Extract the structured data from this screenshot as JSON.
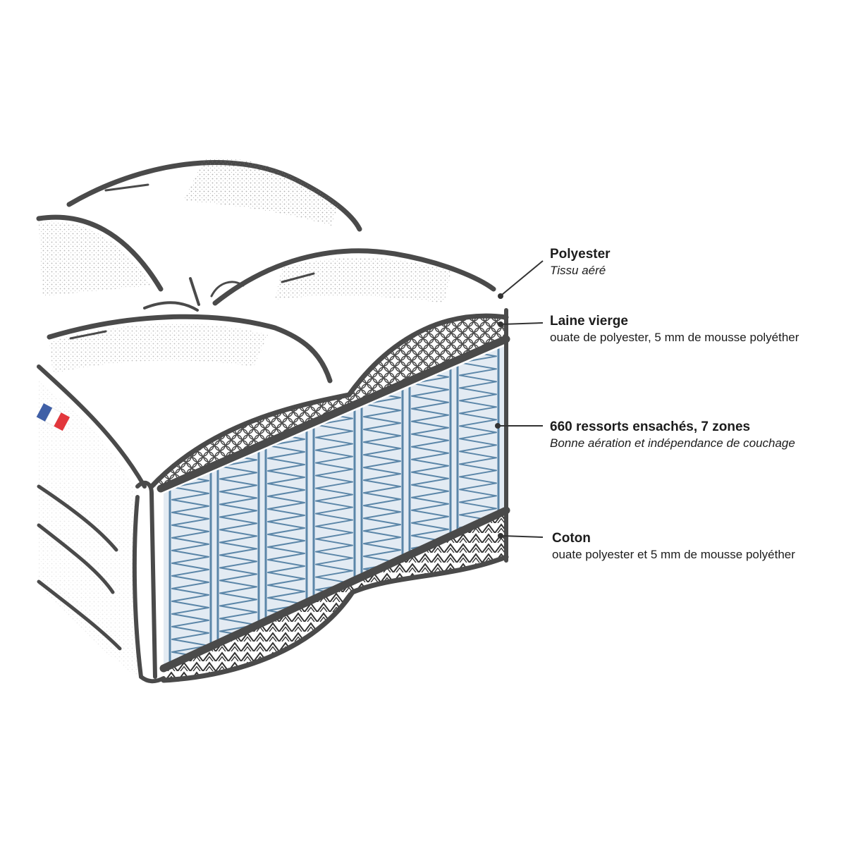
{
  "colors": {
    "outline": "#4a4a4a",
    "spring": "#5b86a8",
    "spring_fill": "#e3ebf3",
    "flag_blue": "#3f5fa6",
    "flag_red": "#e2373c",
    "text": "#1c1c1c"
  },
  "callouts": [
    {
      "id": "polyester",
      "title": "Polyester",
      "description": "Tissu aéré"
    },
    {
      "id": "laine",
      "title": "Laine vierge",
      "description": "ouate de polyester, 5 mm de mousse polyéther"
    },
    {
      "id": "ressorts",
      "title": "660 ressorts ensachés, 7 zones",
      "description": "Bonne aération et indépendance de couchage"
    },
    {
      "id": "coton",
      "title": "Coton",
      "description": "ouate polyester et 5 mm de mousse polyéther"
    }
  ],
  "icons": {
    "flag": "french-flag-icon"
  }
}
